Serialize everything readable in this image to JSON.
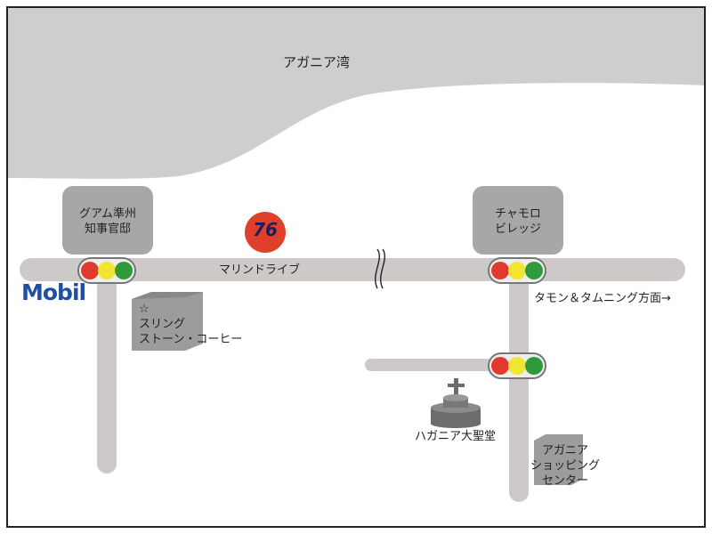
{
  "bay": {
    "label": "アガニア湾"
  },
  "landmarks": {
    "governor": {
      "line1": "グアム準州",
      "line2": "知事官邸"
    },
    "chamorro": {
      "line1": "チャモロ",
      "line2": "ビレッジ"
    },
    "coffee": {
      "star": "☆",
      "line1": "スリング",
      "line2": "ストーン・コーヒー"
    },
    "cathedral": {
      "label": "ハガニア大聖堂"
    },
    "shopping": {
      "line1": "アガニア",
      "line2": "ショッピング",
      "line3": "センター"
    }
  },
  "roads": {
    "main": "マリンドライブ",
    "direction": "タモン＆タムニング方面→"
  },
  "logos": {
    "mobil": "Mobil",
    "station76": "76"
  },
  "colors": {
    "sea": "#d0cdcd",
    "road": "#cdc9c9",
    "building": "#a9a6a6",
    "red": "#e03a2e",
    "yellow": "#f2e531",
    "green": "#2f9a3c",
    "mobil_blue": "#1f4fa0"
  }
}
